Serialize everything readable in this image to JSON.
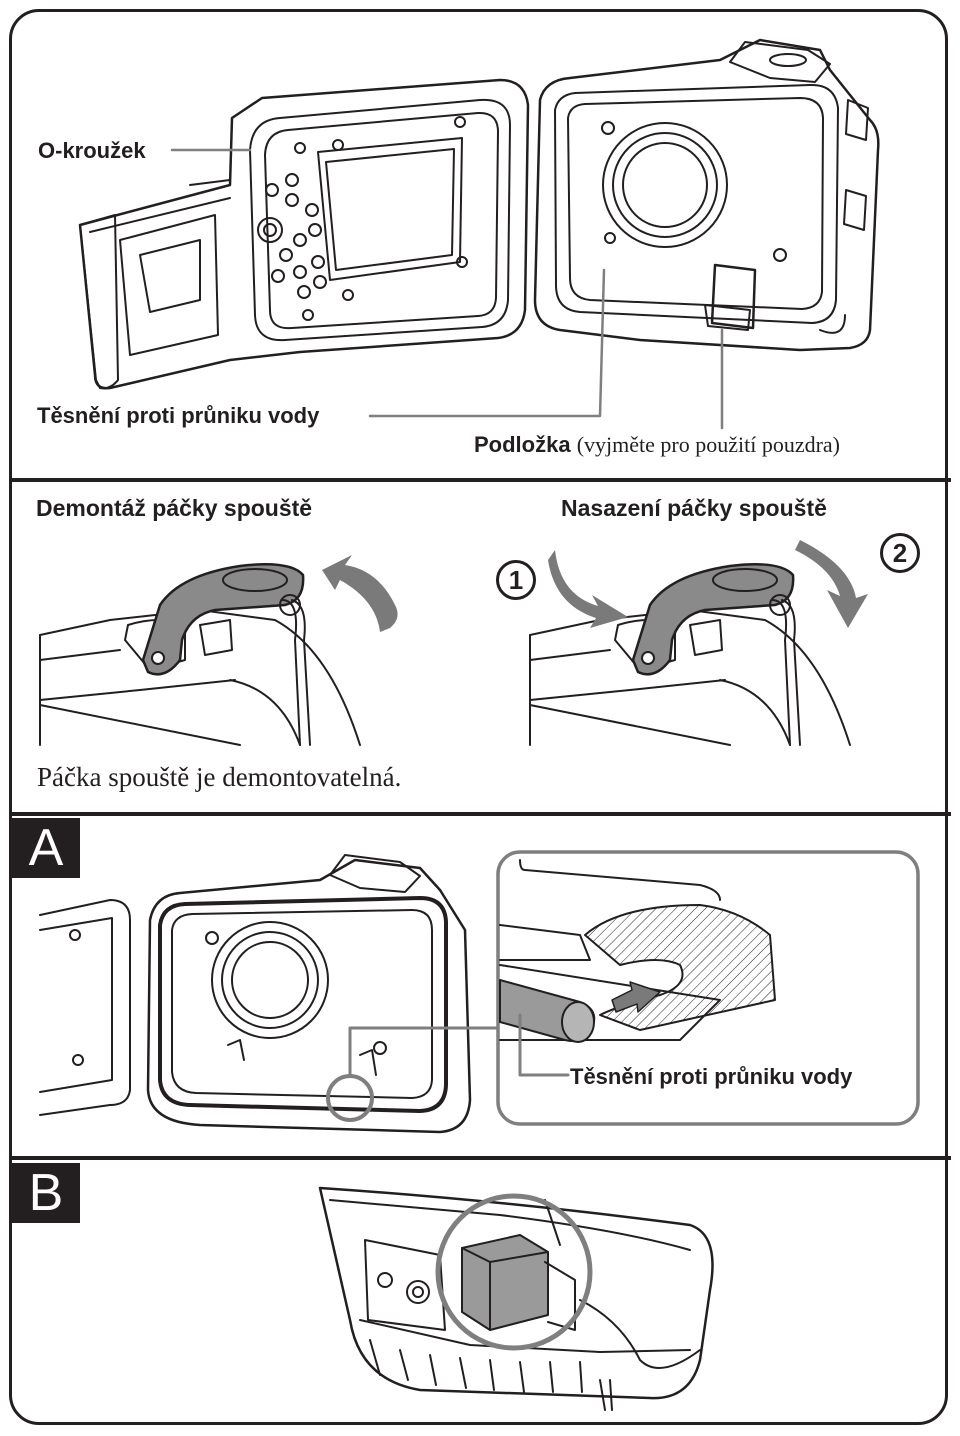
{
  "top_panel": {
    "o_ring_label": "O-kroužek",
    "seal_label": "Těsnění proti průniku vody",
    "spacer_label_bold": "Podložka",
    "spacer_label_note": "(vyjměte pro použití pouzdra)"
  },
  "lever_panel": {
    "remove_title": "Demontáž páčky spouště",
    "attach_title": "Nasazení páčky spouště",
    "step1": "1",
    "step2": "2",
    "caption": "Páčka spouště je demontovatelná."
  },
  "panel_a": {
    "badge": "A",
    "seal_label": "Těsnění proti průniku vody"
  },
  "panel_b": {
    "badge": "B"
  },
  "colors": {
    "line": "#231f20",
    "callout_gray": "#7f7f7f",
    "arrow_gray": "#7a7a7a",
    "lever_gray": "#8a8a8a",
    "spacer_gray": "#9a9a9a"
  }
}
